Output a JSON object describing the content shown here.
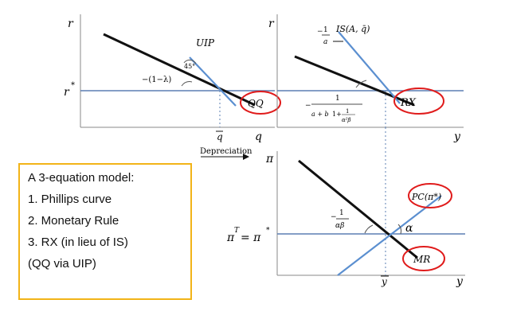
{
  "panel_tl": {
    "y_axis": "r",
    "r_star": "r",
    "r_star_sup": "*",
    "x_axis": "q",
    "q_bar": "q",
    "uip_label": "UIP",
    "angle_45": "45°",
    "slope_label": "−(1−λ)",
    "curve_label": "QQ"
  },
  "panel_tr": {
    "y_axis": "r",
    "x_axis": "y",
    "is_label": "IS(A, q̄)",
    "slope_num": "1",
    "slope_den": "a",
    "rx_num": "1",
    "rx_den_prefix": "a + b",
    "rx_inner_num": "1",
    "rx_inner_den": "α²β",
    "curve_label": "RX"
  },
  "depreciation": "Depreciation",
  "panel_br": {
    "y_axis": "π",
    "x_axis": "y",
    "y_bar": "y",
    "target_lhs": "π",
    "target_sup": "T",
    "target_rhs": "= π",
    "target_rhs_sup": "*",
    "slope_num": "1",
    "slope_den": "αβ",
    "alpha": "α",
    "pc_label": "PC(π*)",
    "mr_label": "MR"
  },
  "note": {
    "title": "A 3-equation model:",
    "items": [
      "1. Phillips curve",
      "2. Monetary Rule",
      "3. RX (in lieu of IS)",
      "(QQ via UIP)"
    ]
  }
}
